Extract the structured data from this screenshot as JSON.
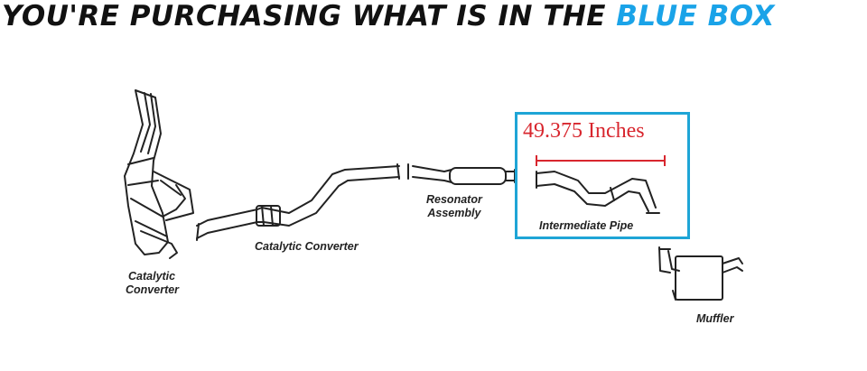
{
  "headline": {
    "prefix": "YOU'RE PURCHASING WHAT IS IN THE",
    "highlight": "BLUE BOX"
  },
  "colors": {
    "highlight_text": "#1aa3e8",
    "box_border": "#1ea5d6",
    "measurement": "#d8262e",
    "line": "#222222"
  },
  "parts": {
    "front_cat": {
      "line1": "Catalytic",
      "line2": "Converter"
    },
    "mid_cat": "Catalytic Converter",
    "resonator": {
      "line1": "Resonator",
      "line2": "Assembly"
    },
    "intermediate": "Intermediate Pipe",
    "muffler": "Muffler"
  },
  "measurement": {
    "label": "49.375 Inches"
  }
}
